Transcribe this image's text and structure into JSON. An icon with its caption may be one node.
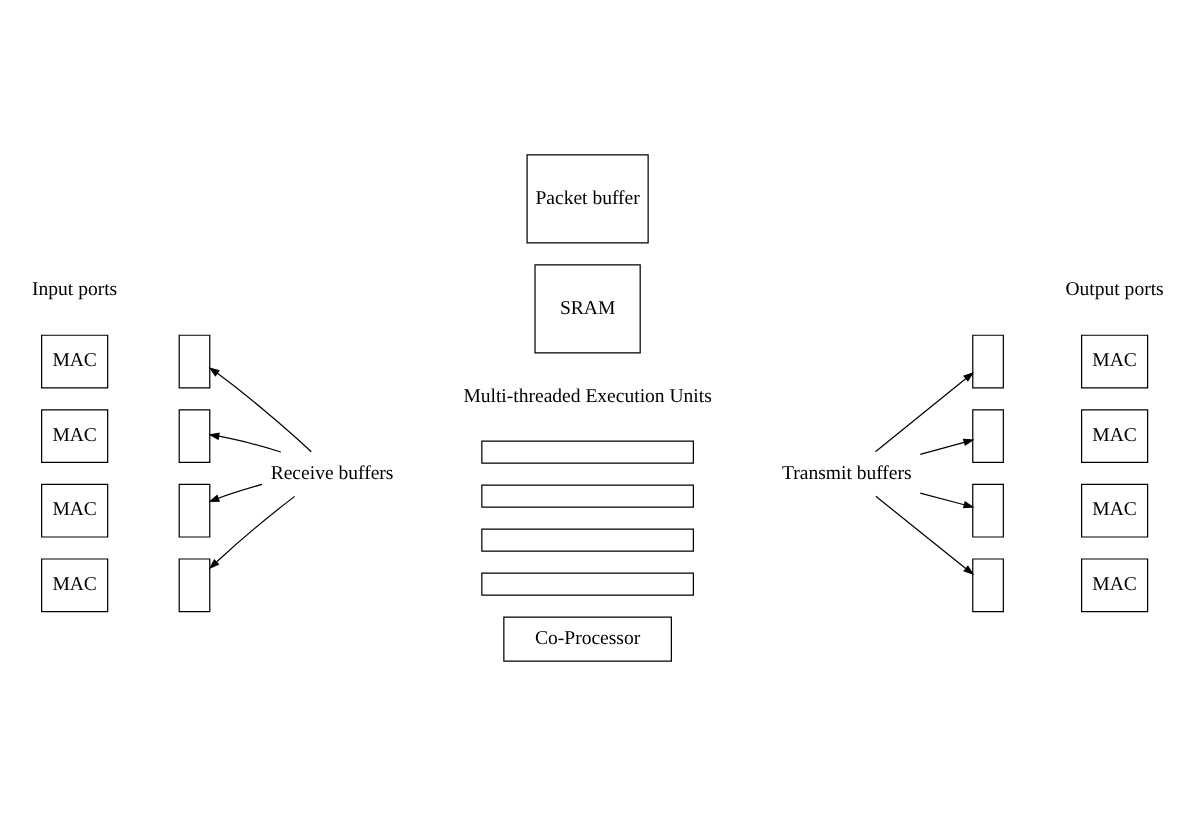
{
  "diagram": {
    "nodes": [
      {
        "text": [
          "Packet buffer"
        ]
      },
      {
        "text": [
          "SRAM"
        ]
      },
      {
        "text": [
          "MAC"
        ]
      },
      {
        "text": [],
        "shape": "box"
      },
      {
        "text": [],
        "shape": "box"
      },
      {
        "text": [
          "MAC"
        ]
      },
      {
        "text": [
          "MAC"
        ]
      },
      {
        "text": [],
        "shape": "box"
      },
      {
        "text": [],
        "shape": "box"
      },
      {
        "text": [
          "MAC"
        ]
      },
      {
        "text": [],
        "shape": "box"
      },
      {
        "text": [],
        "shape": "box"
      },
      {
        "text": [],
        "shape": "box"
      },
      {
        "text": [],
        "shape": "box"
      },
      {
        "text": [
          "MAC"
        ]
      },
      {
        "text": [],
        "shape": "box"
      },
      {
        "text": [
          "Receive buffers"
        ]
      },
      {
        "text": [
          "Transmit buffers"
        ]
      },
      {
        "text": [],
        "shape": "box"
      },
      {
        "text": [
          "MAC"
        ]
      },
      {
        "text": [
          "MAC"
        ]
      },
      {
        "text": [],
        "shape": "box"
      },
      {
        "text": [
          "Co-Processor"
        ]
      },
      {
        "text": [],
        "shape": "box"
      },
      {
        "text": [
          "MAC"
        ]
      }
    ],
    "edges": [
      {
        "from": 16,
        "to": 3,
        "arrow": "to"
      },
      {
        "from": 16,
        "to": 7,
        "arrow": "to"
      },
      {
        "from": 16,
        "to": 15,
        "arrow": "to"
      },
      {
        "from": 16,
        "to": 21,
        "arrow": "to"
      },
      {
        "from": 17,
        "to": 4,
        "arrow": "to"
      },
      {
        "from": 17,
        "to": 8,
        "arrow": "to"
      },
      {
        "from": 17,
        "to": 18,
        "arrow": "to"
      },
      {
        "from": 17,
        "to": 23,
        "arrow": "to"
      }
    ],
    "labels": [
      "Input ports",
      "Output ports",
      "Multi-threaded Execution Units"
    ]
  }
}
